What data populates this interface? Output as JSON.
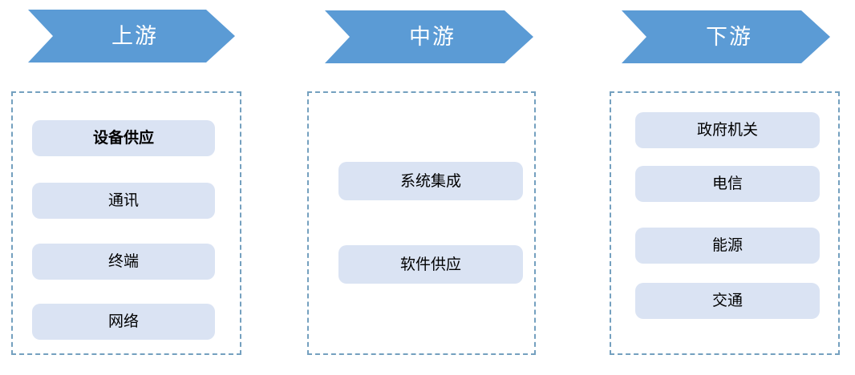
{
  "diagram": {
    "title_implicit": "",
    "colors": {
      "arrow_fill": "#5B9BD5",
      "arrow_text": "#FFFFFF",
      "box_fill": "#DAE3F3",
      "box_text": "#000000",
      "container_border": "#74A0BF",
      "page_bg": "#FFFFFF"
    },
    "columns": [
      {
        "id": "upstream",
        "header": "上游",
        "items": [
          {
            "label": "设备供应",
            "bold": true
          },
          {
            "label": "通讯",
            "bold": false
          },
          {
            "label": "终端",
            "bold": false
          },
          {
            "label": "网络",
            "bold": false
          }
        ]
      },
      {
        "id": "midstream",
        "header": "中游",
        "items": [
          {
            "label": "系统集成",
            "bold": false
          },
          {
            "label": "软件供应",
            "bold": false
          }
        ]
      },
      {
        "id": "downstream",
        "header": "下游",
        "items": [
          {
            "label": "政府机关",
            "bold": false
          },
          {
            "label": "电信",
            "bold": false
          },
          {
            "label": "能源",
            "bold": false
          },
          {
            "label": "交通",
            "bold": false
          }
        ]
      }
    ]
  }
}
